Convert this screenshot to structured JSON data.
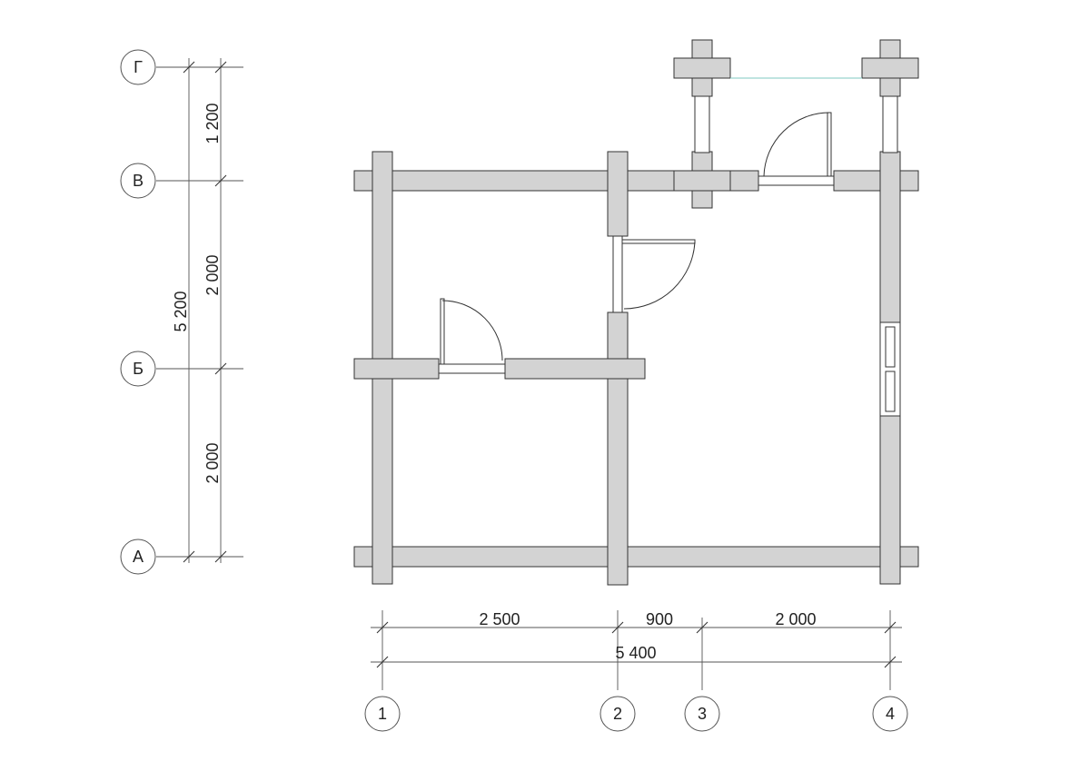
{
  "axes": {
    "columns": [
      "1",
      "2",
      "3",
      "4"
    ],
    "rows": [
      "А",
      "Б",
      "В",
      "Г"
    ]
  },
  "dimensions": {
    "horizontal_segments": [
      "2 500",
      "900",
      "2 000"
    ],
    "horizontal_total": "5 400",
    "vertical_segments": [
      "2 000",
      "2 000",
      "1 200"
    ],
    "vertical_total": "5 200"
  },
  "colors": {
    "wall_fill": "#d3d3d3",
    "stroke": "#333333",
    "porch_line": "#7fc8c0"
  }
}
